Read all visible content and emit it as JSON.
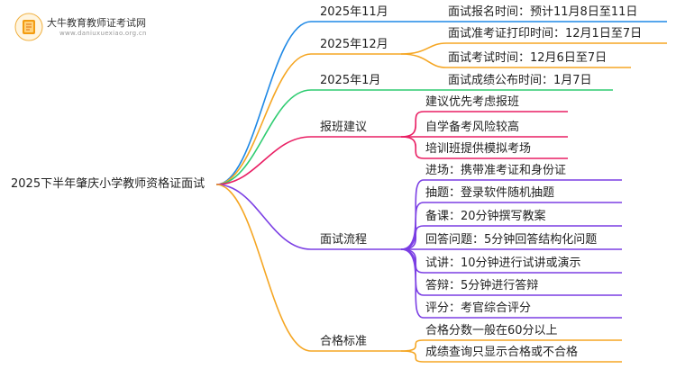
{
  "logo": {
    "name": "大牛教育教师证考试网",
    "url": "www.daniuxuexiao.org.cn"
  },
  "root": {
    "label": "2025下半年肇庆小学教师资格证面试"
  },
  "colors": {
    "blue": "#1e88e5",
    "orange": "#f5a623",
    "green": "#2ecc71",
    "pink": "#e91e63",
    "purple": "#7b3fe4"
  },
  "branches": [
    {
      "label": "2025年11月",
      "color": "blue",
      "children": [
        "面试报名时间：预计11月8日至11日"
      ]
    },
    {
      "label": "2025年12月",
      "color": "orange",
      "children": [
        "面试准考证打印时间：12月1日至7日",
        "面试考试时间：12月6日至7日"
      ]
    },
    {
      "label": "2025年1月",
      "color": "green",
      "children": [
        "面试成绩公布时间：1月7日"
      ]
    },
    {
      "label": "报班建议",
      "color": "pink",
      "children": [
        "建议优先考虑报班",
        "自学备考风险较高",
        "培训班提供模拟考场"
      ]
    },
    {
      "label": "面试流程",
      "color": "purple",
      "children": [
        "进场：携带准考证和身份证",
        "抽题：登录软件随机抽题",
        "备课：20分钟撰写教案",
        "回答问题：5分钟回答结构化问题",
        "试讲：10分钟进行试讲或演示",
        "答辩：5分钟进行答辩",
        "评分：考官综合评分"
      ]
    },
    {
      "label": "合格标准",
      "color": "orange",
      "children": [
        "合格分数一般在60分以上",
        "成绩查询只显示合格或不合格"
      ]
    }
  ]
}
